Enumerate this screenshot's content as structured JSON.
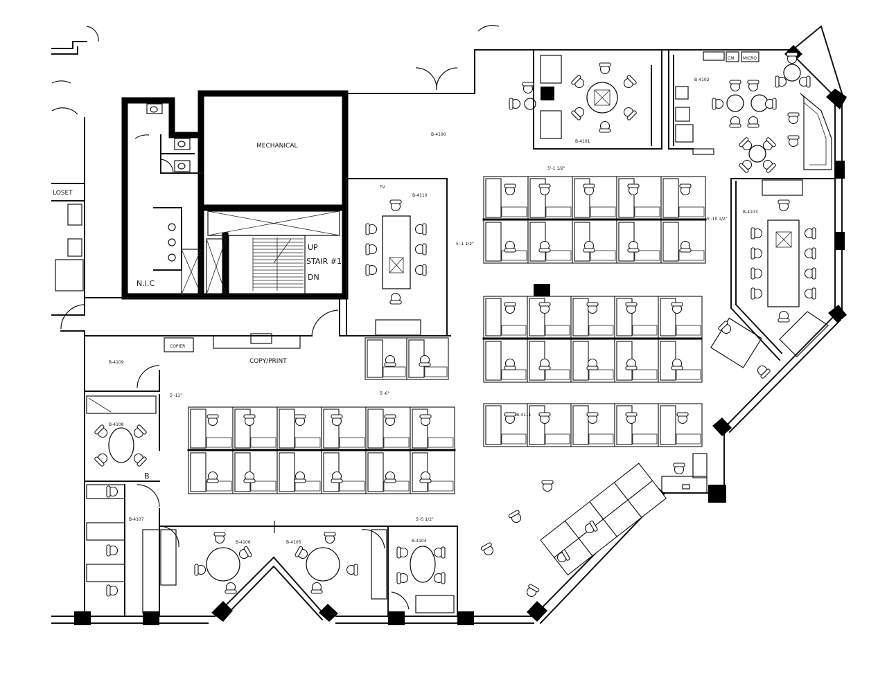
{
  "rooms": {
    "mechanical": "MECHANICAL",
    "nic": "N.I.C",
    "up": "UP",
    "stair": "STAIR #1",
    "dn": "DN",
    "copy_print": "COPY/PRINT",
    "closet": "LOSET",
    "copier": "COPIER",
    "cm": "CM",
    "micro": "MICRO",
    "tv": "TV",
    "b_marker": "B"
  },
  "room_numbers": {
    "r4100": "B-4100",
    "r4101": "B-4101",
    "r4102": "B-4102",
    "r4103": "B-4103",
    "r4104": "B-4104",
    "r4105": "B-4105",
    "r4106": "B-4106",
    "r4107": "B-4107",
    "r4108": "B-4108",
    "r4109": "B-4109",
    "r4110": "B-4110",
    "r4111": "B-4111"
  },
  "dimensions": {
    "d1": "5'-1 1/2\"",
    "d2": "5'-10 1/2\"",
    "d3": "5'-1 1/2\"",
    "d4": "5'-6\"",
    "d5": "5'-11\"",
    "d6": "5'-5 1/2\""
  },
  "colors": {
    "wall": "#111111",
    "fill": "#ffffff",
    "solid": "#000000"
  }
}
